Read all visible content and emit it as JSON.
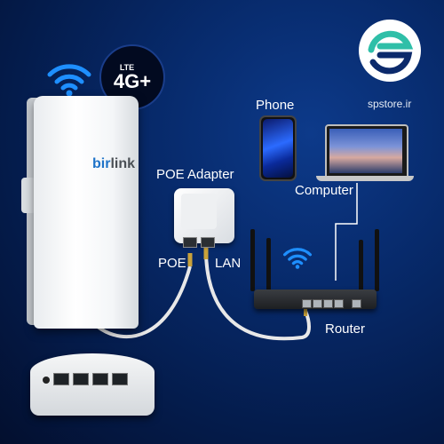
{
  "badge": {
    "lte": "LTE",
    "network": "4G+"
  },
  "device": {
    "brand_prefix": "bir",
    "brand_suffix": "link"
  },
  "labels": {
    "poe_adapter": "POE Adapter",
    "poe": "POE",
    "lan": "LAN",
    "phone": "Phone",
    "computer": "Computer",
    "router": "Router"
  },
  "logo": {
    "text": "spstore.ir"
  },
  "colors": {
    "background": "#052563",
    "wifi": "#1e8fff",
    "logo_teal": "#2fbfa8",
    "logo_navy": "#0c2a6b",
    "brand_blue": "#1e73c8"
  },
  "icons": [
    "wifi-icon",
    "phone",
    "laptop",
    "router",
    "logo"
  ]
}
